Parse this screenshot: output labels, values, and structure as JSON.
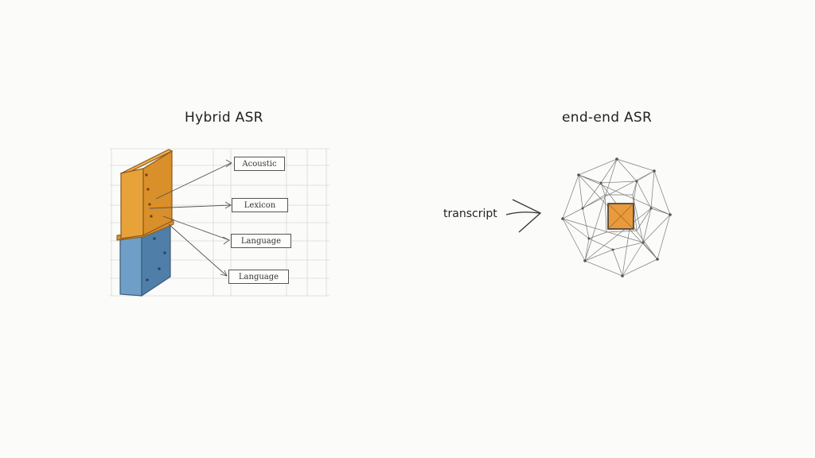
{
  "hybrid": {
    "title": "Hybrid ASR",
    "components": [
      "Acoustic",
      "Lexicon",
      "Language",
      "Language"
    ]
  },
  "end_to_end": {
    "title": "end-end ASR",
    "input_label": "transcript"
  },
  "colors": {
    "orange_block": "#e8a23a",
    "blue_block": "#6f9fc6",
    "center_square": "#e89a3c",
    "ink": "#333333"
  }
}
